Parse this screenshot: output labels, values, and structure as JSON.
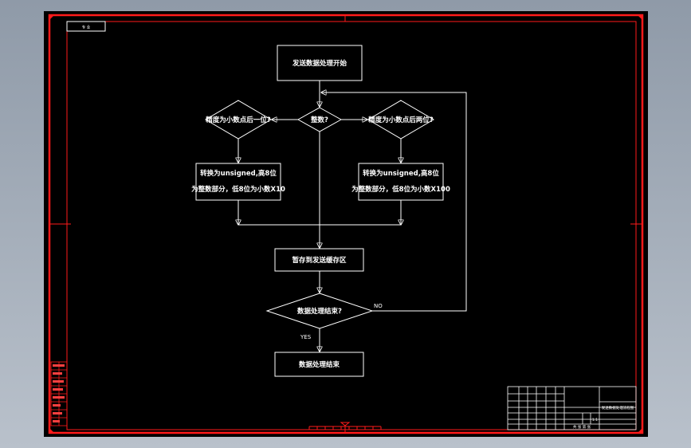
{
  "sheet_label": "专 业",
  "nodes": {
    "start": "发送数据处理开始",
    "is_integer": "整数?",
    "one_decimal": "精度为小数点后一位?",
    "two_decimal": "精度为小数点后两位?",
    "convert_left_1": "转换为unsigned,高8位",
    "convert_left_2": "为整数部分，低8位为小数X10",
    "convert_right_1": "转换为unsigned,高8位",
    "convert_right_2": "为整数部分，低8位为小数X100",
    "buffer": "暂存到发送缓存区",
    "done_check": "数据处理结束?",
    "end": "数据处理结束"
  },
  "edge_labels": {
    "no": "NO",
    "yes": "YES"
  },
  "title_block": {
    "drawing_title": "发送数据处理流程图",
    "scale": "1:1",
    "sheet_text": "共 张 第 张"
  },
  "colors": {
    "frame": "#ff1a1a",
    "background": "#000000",
    "lines": "#ffffff"
  }
}
